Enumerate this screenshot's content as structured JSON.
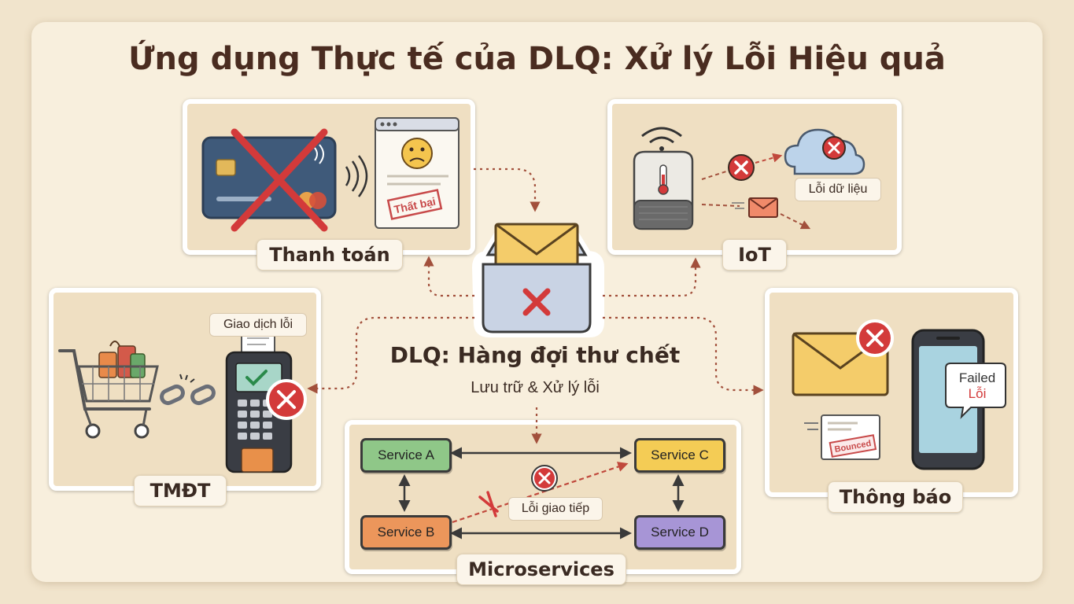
{
  "title": "Ứng dụng Thực tế của DLQ: Xử lý Lỗi Hiệu quả",
  "center": {
    "title": "DLQ: Hàng đợi thư chết",
    "subtitle": "Lưu trữ & Xử lý lỗi"
  },
  "panels": {
    "payment": {
      "label": "Thanh toán",
      "stamp": "Thất bại"
    },
    "iot": {
      "label": "IoT",
      "error_tag": "Lỗi dữ liệu"
    },
    "ecommerce": {
      "label": "TMĐT",
      "error_tag": "Giao dịch lỗi"
    },
    "notification": {
      "label": "Thông báo",
      "bubble_en": "Failed",
      "bubble_vi": "Lỗi",
      "stamp": "Bounced"
    },
    "microservices": {
      "label": "Microservices",
      "services": [
        "Service A",
        "Service B",
        "Service C",
        "Service D"
      ],
      "error_tag": "Lỗi giao tiếp"
    }
  },
  "colors": {
    "background": "#f1e4cc",
    "panel": "#efdfc2",
    "error_red": "#d33a3a",
    "arrow_dotted": "#a2503c",
    "title_text": "#4a2c20",
    "service_a": "#8fc788",
    "service_b": "#ec965b",
    "service_c": "#f4cc55",
    "service_d": "#a795d6"
  },
  "icons": [
    "credit-card-icon",
    "wifi-icon",
    "sad-face-icon",
    "envelope-icon",
    "cloud-icon",
    "error-x-icon",
    "shopping-cart-icon",
    "broken-link-icon",
    "pos-terminal-icon",
    "smartphone-icon",
    "thermostat-icon"
  ]
}
